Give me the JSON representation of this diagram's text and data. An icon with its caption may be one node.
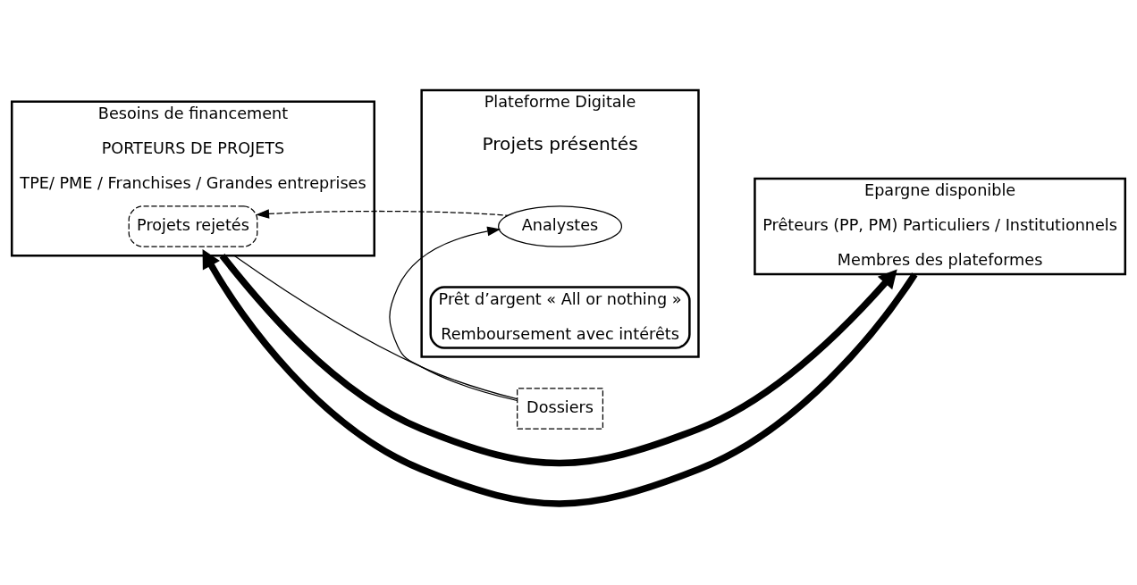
{
  "diagram": {
    "nodes": [
      {
        "text": [
          "Plateforme Digitale"
        ]
      },
      {
        "text": [
          "Besoins de financement",
          "PORTEURS DE PROJETS",
          "TPE/ PME / Franchises / Grandes entreprises"
        ]
      },
      {
        "text": [
          "Projets rejetés"
        ],
        "in": 1
      },
      {
        "text": [
          "Dossiers"
        ]
      },
      {
        "text": [
          "Analystes"
        ],
        "in": 0,
        "beside": [
          "Projets présentés"
        ]
      },
      {
        "text": [
          "Prêt d’argent « All or nothing »",
          "Remboursement avec intérêts"
        ],
        "in": 0
      },
      {
        "text": [
          "Epargne disponible",
          "Prêteurs (PP, PM) Particuliers / Institutionnels",
          "Membres des plateformes"
        ]
      }
    ],
    "edges": [
      {
        "from": 1,
        "to": 3,
        "arrow": "none"
      },
      {
        "from": 3,
        "to": 4,
        "arrow": "to"
      },
      {
        "from": 4,
        "to": 2,
        "arrow": "to",
        "style": "dashed"
      },
      {
        "from": 6,
        "to": 1,
        "arrow": "to",
        "style": "thick"
      },
      {
        "from": 1,
        "to": 6,
        "arrow": "to",
        "style": "thick"
      }
    ]
  }
}
